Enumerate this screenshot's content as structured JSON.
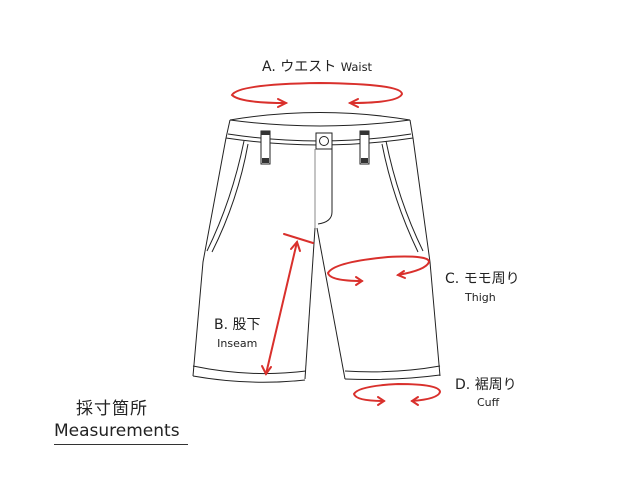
{
  "diagram": {
    "type": "garment-measurement-guide",
    "garment": "shorts",
    "accent_color": "#d9302c",
    "line_color": "#222222"
  },
  "labels": {
    "waist": {
      "letter": "A.",
      "ja": "ウエスト",
      "en": "Waist"
    },
    "inseam": {
      "letter": "B.",
      "ja": "股下",
      "en": "Inseam"
    },
    "thigh": {
      "letter": "C.",
      "ja": "モモ周り",
      "en": "Thigh"
    },
    "cuff": {
      "letter": "D.",
      "ja": "裾周り",
      "en": "Cuff"
    }
  },
  "legend": {
    "title_ja": "採寸箇所",
    "title_en": "Measurements"
  }
}
